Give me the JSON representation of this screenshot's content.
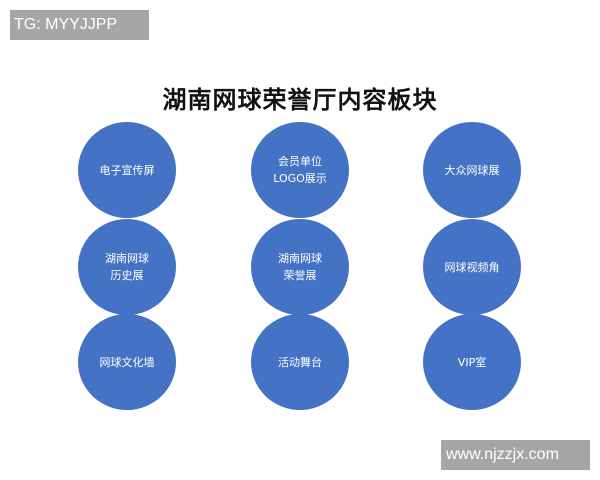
{
  "watermarks": {
    "top_left": "TG: MYYJJPP",
    "bottom_right": "www.njzzjx.com"
  },
  "diagram": {
    "title": "湖南网球荣誉厅内容板块",
    "node_color": "#4472C4",
    "nodes": [
      {
        "label": "电子宣传屏",
        "row": 1,
        "col": 1
      },
      {
        "label": "会员单位\nLOGO展示",
        "row": 1,
        "col": 2
      },
      {
        "label": "大众网球展",
        "row": 1,
        "col": 3
      },
      {
        "label": "湖南网球\n历史展",
        "row": 2,
        "col": 1
      },
      {
        "label": "湖南网球\n荣誉展",
        "row": 2,
        "col": 2
      },
      {
        "label": "网球视频角",
        "row": 2,
        "col": 3
      },
      {
        "label": "网球文化墙",
        "row": 3,
        "col": 1
      },
      {
        "label": "活动舞台",
        "row": 3,
        "col": 2
      },
      {
        "label": "VIP室",
        "row": 3,
        "col": 3
      }
    ]
  }
}
